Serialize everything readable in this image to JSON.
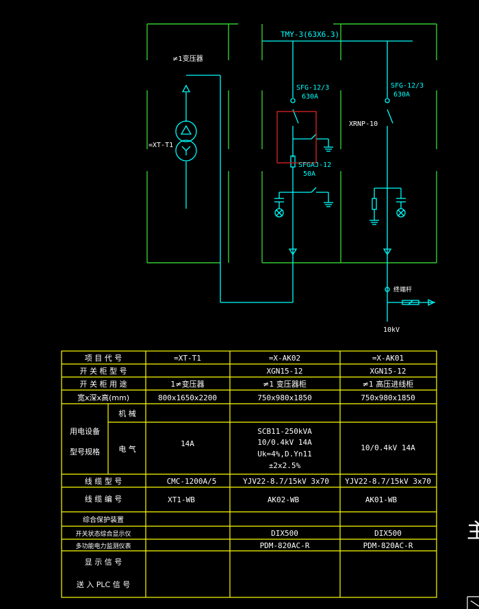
{
  "diagram": {
    "transformer_label": "≠1变压器",
    "transformer_code": "=XT-T1",
    "busbar_label": "TMY-3(63X6.3)",
    "sw_left_model": "SFG-12/3",
    "sw_left_rating": "630A",
    "sw_right_model": "SFG-12/3",
    "sw_right_rating": "630A",
    "fuse_right_model": "XRNP-10",
    "fuse_left_model": "SFGAJ-12",
    "fuse_left_rating": "50A",
    "terminal_label": "终端杆",
    "voltage_label": "10kV"
  },
  "table": {
    "rows": [
      {
        "label": "项 目 代 号",
        "c1": "=XT-T1",
        "c2": "=X-AK02",
        "c3": "=X-AK01"
      },
      {
        "label": "开 关 柜 型 号",
        "c1": "",
        "c2": "XGN15-12",
        "c3": "XGN15-12"
      },
      {
        "label": "开 关 柜 用 途",
        "c1": "1≠变压器",
        "c2": "≠1 变压器柜",
        "c3": "≠1 高压进线柜"
      },
      {
        "label": "宽x深x高(mm)",
        "c1": "800x1650x2200",
        "c2": "750x980x1850",
        "c3": "750x980x1850"
      }
    ],
    "equip_label_1": "用电设备",
    "equip_label_2": "型号规格",
    "mech_label": "机 械",
    "elec_label": "电 气",
    "elec_c1": "14A",
    "elec_c2_lines": [
      "SCB11-250kVA",
      "10/0.4kV 14A",
      "Uk=4%,D.Yn11",
      "±2x2.5%"
    ],
    "elec_c3": "10/0.4kV 14A",
    "cable_type_label": "线 缆 型 号",
    "cable_type_c1": "CMC-1200A/5",
    "cable_type_c2": "YJV22-8.7/15kV 3x70",
    "cable_type_c3": "YJV22-8.7/15kV 3x70",
    "cable_no_label": "线 缆 编 号",
    "cable_no_c1": "XT1-WB",
    "cable_no_c2": "AK02-WB",
    "cable_no_c3": "AK01-WB",
    "protect_label": "综合保护装置",
    "monitor_label": "开关状态综合显示仪",
    "monitor_c2": "DIX500",
    "monitor_c3": "DIX500",
    "meter_label": "多功能电力监测仪表",
    "meter_c2": "PDM-820AC-R",
    "meter_c3": "PDM-820AC-R",
    "display_label": "显 示 信 号",
    "plc_label": "送 入 PLC 信 号"
  },
  "edge": {
    "char": "主"
  },
  "colors": {
    "background": "#000000",
    "frame": "#33cc33",
    "wire": "#00ffff",
    "highlight": "#cc2222",
    "table": "#ffff00",
    "text": "#ffffff"
  }
}
